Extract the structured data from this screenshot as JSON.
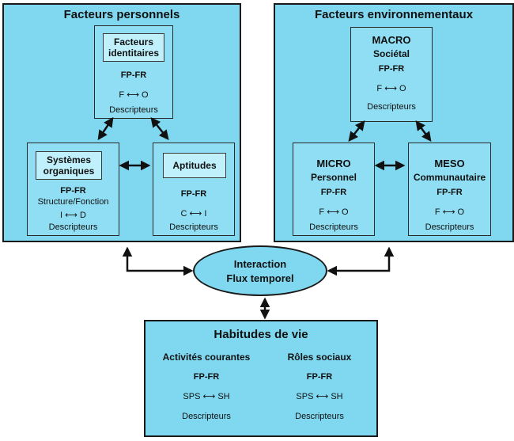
{
  "personal": {
    "title": "Facteurs personnels",
    "identity": {
      "label": "Facteurs identitaires",
      "code": "FP-FR",
      "left": "F",
      "right": "O",
      "desc": "Descripteurs"
    },
    "systems": {
      "label": "Systèmes organiques",
      "code": "FP-FR",
      "sub": "Structure/Fonction",
      "left": "I",
      "right": "D",
      "desc": "Descripteurs"
    },
    "aptitudes": {
      "label": "Aptitudes",
      "code": "FP-FR",
      "left": "C",
      "right": "I",
      "desc": "Descripteurs"
    }
  },
  "environment": {
    "title": "Facteurs environnementaux",
    "macro": {
      "label": "MACRO",
      "sub": "Sociétal",
      "code": "FP-FR",
      "left": "F",
      "right": "O",
      "desc": "Descripteurs"
    },
    "micro": {
      "label": "MICRO",
      "sub": "Personnel",
      "code": "FP-FR",
      "left": "F",
      "right": "O",
      "desc": "Descripteurs"
    },
    "meso": {
      "label": "MESO",
      "sub": "Communautaire",
      "code": "FP-FR",
      "left": "F",
      "right": "O",
      "desc": "Descripteurs"
    }
  },
  "interaction": {
    "line1": "Interaction",
    "line2": "Flux temporel"
  },
  "habits": {
    "title": "Habitudes de vie",
    "activities": {
      "label": "Activités courantes",
      "code": "FP-FR",
      "left": "SPS",
      "right": "SH",
      "desc": "Descripteurs"
    },
    "roles": {
      "label": "Rôles sociaux",
      "code": "FP-FR",
      "left": "SPS",
      "right": "SH",
      "desc": "Descripteurs"
    }
  }
}
